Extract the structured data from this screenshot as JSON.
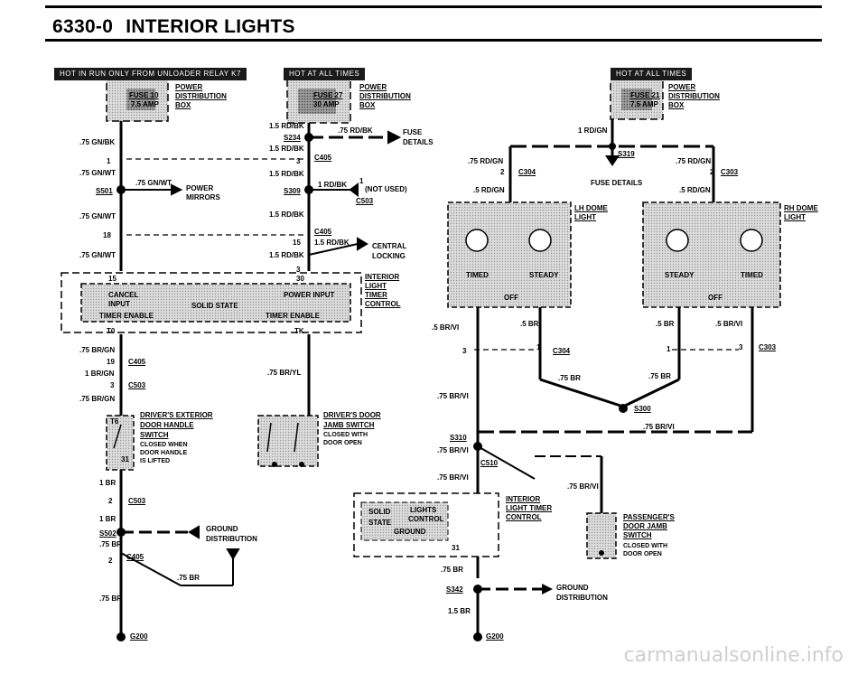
{
  "page": {
    "number": "6330-0",
    "title": "INTERIOR LIGHTS",
    "watermark": "carmanualsonline.info"
  },
  "banners": {
    "left": "HOT IN RUN ONLY FROM UNLOADER RELAY K7",
    "center": "HOT AT ALL TIMES",
    "right": "HOT AT ALL TIMES"
  },
  "fuses": {
    "f10": {
      "name": "FUSE 10",
      "rating": "7.5 AMP",
      "box": [
        "POWER",
        "DISTRIBUTION",
        "BOX"
      ]
    },
    "f27": {
      "name": "FUSE 27",
      "rating": "30 AMP",
      "box": [
        "POWER",
        "DISTRIBUTION",
        "BOX"
      ]
    },
    "f21": {
      "name": "FUSE 21",
      "rating": "7.5 AMP",
      "box": [
        "POWER",
        "DISTRIBUTION",
        "BOX"
      ]
    }
  },
  "wires": {
    "gnbk": ".75 GN/BK",
    "gnwt": ".75 GN/WT",
    "brgn": ".75 BR/GN",
    "rdbk15": "1.5 RD/BK",
    "rdbk75": ".75 RD/BK",
    "rdbk1": "1 RD/BK",
    "bryl": ".75 BR/YL",
    "brgn1": "1 BR/GN",
    "br1": "1 BR",
    "br75": ".75 BR",
    "br5": ".5 BR",
    "brvi75": ".75 BR/VI",
    "brvi5": ".5 BR/VI",
    "rdgn75": ".75 RD/GN",
    "rdgn5": ".5 RD/GN",
    "rdgn1": "1 RD/GN",
    "br15": "1.5 BR"
  },
  "connectors": {
    "c405": "C405",
    "c503": "C503",
    "c304": "C304",
    "c303": "C303",
    "c510": "C510",
    "s234": "S234",
    "s309": "S309",
    "s319": "S319",
    "s501": "S501",
    "s502": "S502",
    "s310": "S310",
    "s342": "S342",
    "s300": "S300",
    "g200": "G200"
  },
  "pins": {
    "p1": "1",
    "p2": "2",
    "p3": "3",
    "p15": "15",
    "p18": "18",
    "p19": "19",
    "p30": "30",
    "p31": "31",
    "t0": "T0",
    "tk": "TK",
    "t6": "T6"
  },
  "labels": {
    "fuse_details": [
      "FUSE",
      "DETAILS"
    ],
    "fuse_details_right": "FUSE DETAILS",
    "power_mirrors": [
      "POWER",
      "MIRRORS"
    ],
    "not_used": "(NOT USED)",
    "central_locking": [
      "CENTRAL",
      "LOCKING"
    ],
    "interior_light_timer": [
      "INTERIOR",
      "LIGHT",
      "TIMER",
      "CONTROL"
    ],
    "cancel_input": [
      "CANCEL",
      "INPUT"
    ],
    "power_input": "POWER INPUT",
    "solid_state": "SOLID STATE",
    "timer_enable": "TIMER ENABLE",
    "drivers_ext_handle": [
      "DRIVER'S EXTERIOR",
      "DOOR HANDLE",
      "SWITCH",
      "CLOSED WHEN",
      "DOOR HANDLE",
      "IS LIFTED"
    ],
    "drivers_door_jamb": [
      "DRIVER'S DOOR",
      "JAMB SWITCH",
      "CLOSED WITH",
      "DOOR OPEN"
    ],
    "ground_distribution": [
      "GROUND",
      "DISTRIBUTION"
    ],
    "lh_dome": [
      "LH DOME",
      "LIGHT"
    ],
    "rh_dome": [
      "RH DOME",
      "LIGHT"
    ],
    "timed": "TIMED",
    "steady": "STEADY",
    "off": "OFF",
    "ilt_control_2": [
      "INTERIOR",
      "LIGHT TIMER",
      "CONTROL"
    ],
    "solid_state_2": [
      "SOLID",
      "STATE"
    ],
    "lights_control": [
      "LIGHTS",
      "CONTROL"
    ],
    "ground": "GROUND",
    "passengers_jamb": [
      "PASSENGER'S",
      "DOOR JAMB",
      "SWITCH",
      "CLOSED WITH",
      "DOOR OPEN"
    ]
  }
}
